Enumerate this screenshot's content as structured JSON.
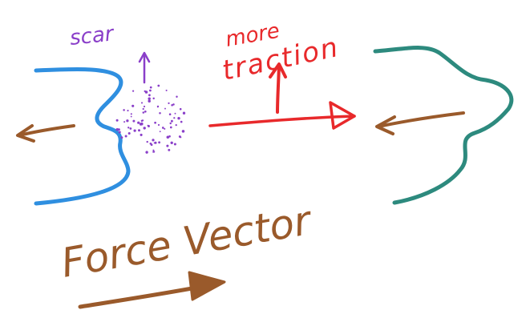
{
  "labels": {
    "scar": "scar",
    "more": "more",
    "traction": "traction",
    "force_vector": "Force Vector"
  },
  "colors": {
    "background": "#ffffff",
    "left_edge": "#2f8fe0",
    "right_edge": "#2d8a7e",
    "traction_arrow": "#e8292b",
    "scar": "#8a3fc9",
    "force": "#9a5a2b"
  },
  "scar_dots_count": 90
}
